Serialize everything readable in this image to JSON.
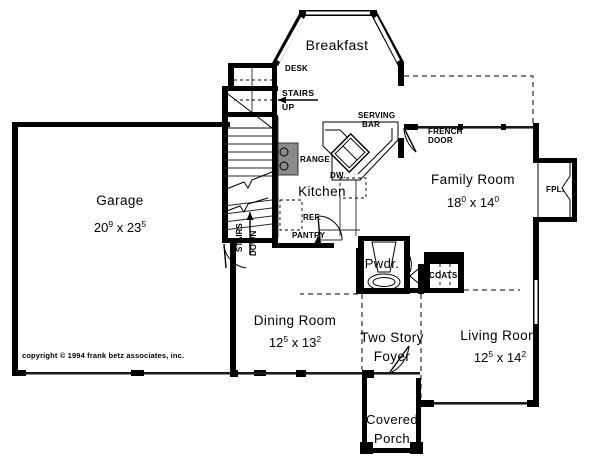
{
  "document": {
    "type": "residential-floor-plan",
    "level": "main-floor",
    "copyright": "copyright © 1994 frank betz associates, inc."
  },
  "rooms": [
    {
      "id": "garage",
      "name": "Garage",
      "dim_w": "20",
      "dim_w_sup": "9",
      "dim_x": "x",
      "dim_h": "23",
      "dim_h_sup": "5"
    },
    {
      "id": "breakfast",
      "name": "Breakfast",
      "dim_w": "",
      "dim_w_sup": "",
      "dim_x": "",
      "dim_h": "",
      "dim_h_sup": ""
    },
    {
      "id": "kitchen",
      "name": "Kitchen",
      "dim_w": "",
      "dim_w_sup": "",
      "dim_x": "",
      "dim_h": "",
      "dim_h_sup": ""
    },
    {
      "id": "family-room",
      "name": "Family Room",
      "dim_w": "18",
      "dim_w_sup": "0",
      "dim_x": "x",
      "dim_h": "14",
      "dim_h_sup": "0"
    },
    {
      "id": "dining-room",
      "name": "Dining Room",
      "dim_w": "12",
      "dim_w_sup": "5",
      "dim_x": "x",
      "dim_h": "13",
      "dim_h_sup": "2"
    },
    {
      "id": "living-room",
      "name": "Living Room",
      "dim_w": "12",
      "dim_w_sup": "5",
      "dim_x": "x",
      "dim_h": "14",
      "dim_h_sup": "2"
    },
    {
      "id": "powder-room",
      "name": "Pwdr.",
      "dim_w": "",
      "dim_w_sup": "",
      "dim_x": "",
      "dim_h": "",
      "dim_h_sup": ""
    },
    {
      "id": "foyer",
      "name_line1": "Two Story",
      "name_line2": "Foyer"
    },
    {
      "id": "covered-porch",
      "name_line1": "Covered",
      "name_line2": "Porch"
    }
  ],
  "annotations": {
    "desk": "DESK",
    "stairs_up_label": "STAIRS",
    "stairs_up_dir": "UP",
    "stairs_down_label": "STAIRS",
    "stairs_down_dir": "DOWN",
    "range": "RANGE",
    "refrigerator": "REF.",
    "serving_bar_line1": "SERVING",
    "serving_bar_line2": "BAR",
    "dishwasher": "DW.",
    "pantry": "PANTRY",
    "french_door_line1": "FRENCH",
    "french_door_line2": "DOOR",
    "fireplace": "FPL.",
    "coats": "COATS"
  },
  "colors": {
    "wall": "#000000",
    "background": "#ffffff",
    "line": "#1a1a1a"
  }
}
